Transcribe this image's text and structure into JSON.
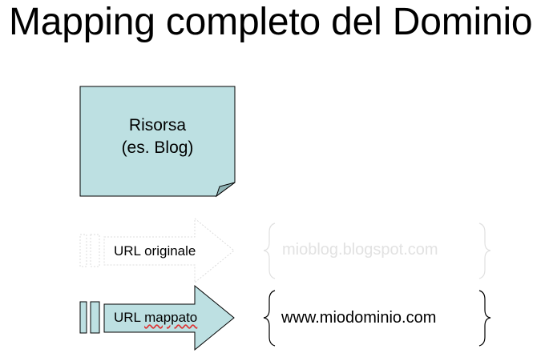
{
  "title": "Mapping completo del Dominio",
  "resource": {
    "line1": "Risorsa",
    "line2": "(es. Blog)"
  },
  "rows": {
    "original": {
      "label": "URL originale",
      "domain": "mioblog.blogspot.com"
    },
    "mapped": {
      "label_part1": "URL ",
      "label_part2": "mappato",
      "domain": "www.miodominio.com"
    }
  },
  "colors": {
    "fill": "#bde0e2",
    "stroke": "#000000",
    "faded": "#dcdcdc"
  }
}
